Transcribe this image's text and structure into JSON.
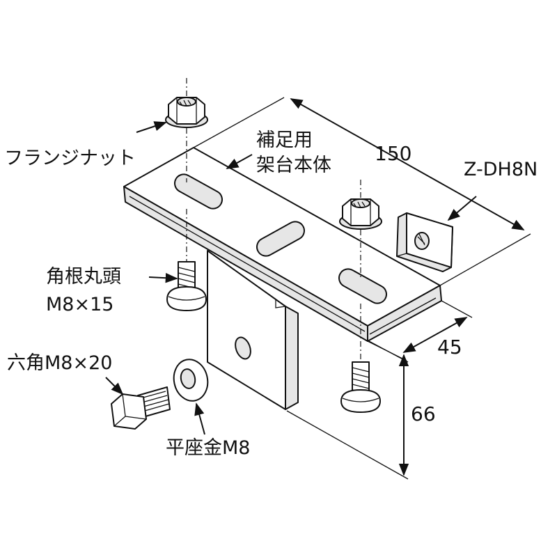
{
  "labels": {
    "flange_nut": "フランジナット",
    "frame_body_line1": "補足用",
    "frame_body_line2": "架台本体",
    "part_code": "Z-DH8N",
    "carriage_bolt_line1": "角根丸頭",
    "carriage_bolt_line2": "M8×15",
    "hex_bolt": "六角M8×20",
    "flat_washer": "平座金M8"
  },
  "dimensions": {
    "length": "150",
    "width": "45",
    "height": "66"
  },
  "colors": {
    "line": "#111111",
    "shade": "#e6e6e6",
    "background": "#ffffff"
  }
}
